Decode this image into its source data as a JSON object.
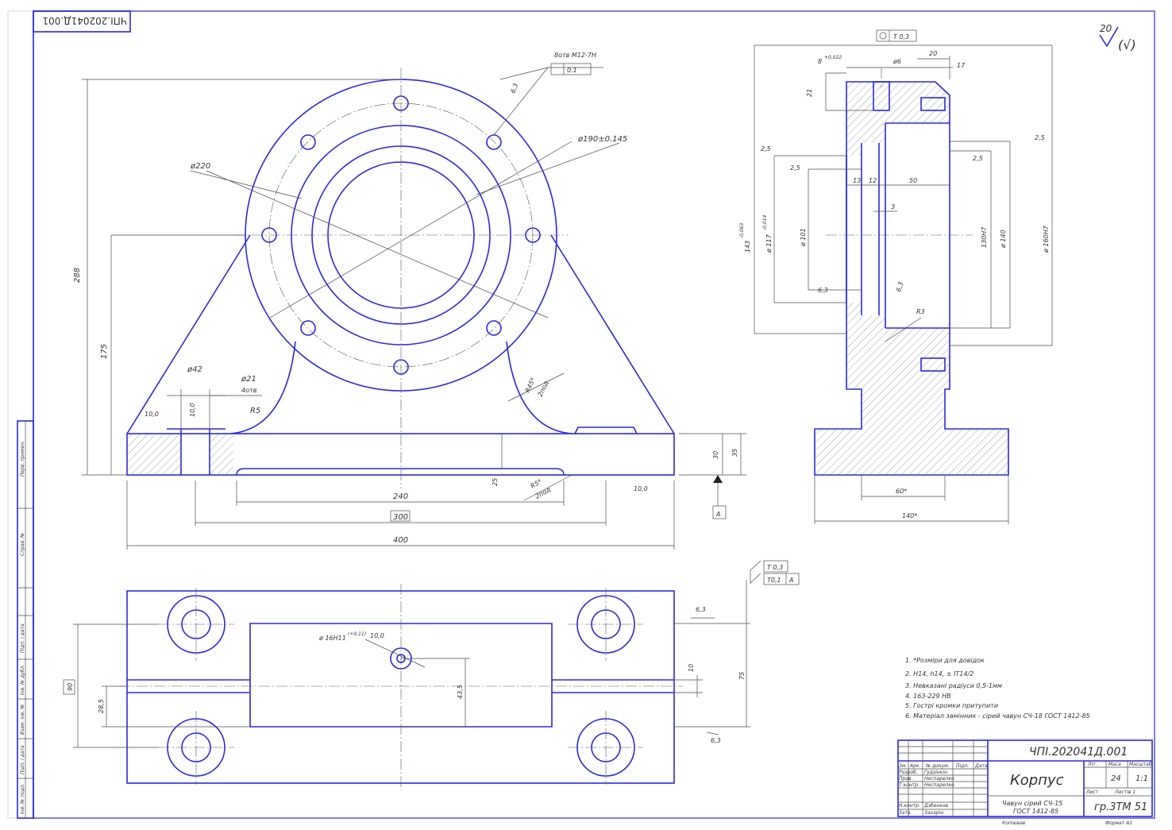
{
  "doc": {
    "code": "ЧПІ.202041Д.001",
    "code_rotated": "ЧПІ.202041Д.001",
    "title": "Корпус",
    "material_line1": "Чавун сірий СЧ-15",
    "material_line2": "ГОСТ 1412-85",
    "mass": "24",
    "scale": "1:1",
    "group": "гр.3ТМ 51",
    "format": "Формат А1",
    "copied": "Копіював",
    "roughness_general": "20",
    "col_lit": "Літ.",
    "col_mass": "Маса",
    "col_scale": "Масштаб",
    "sheet": "Лист",
    "sheets": "Листів 1"
  },
  "notes": [
    "1. *Розміри для довідок",
    "2. Н14, h14, ± IT14/2",
    "3. Невказані радіуси 0,5-1мм",
    "4. 163-229 НВ",
    "5. Гострі кромки притупити",
    "6. Матеріал замінник - сірий чавун СЧ-18 ГОСТ 1412-85"
  ],
  "front_view": {
    "d220": "ø220",
    "d190": "ø190±0.145",
    "holes": "8отв М12-7Н",
    "holes_tol": "0.1",
    "r63": "6,3",
    "h288": "288",
    "h175": "175",
    "d42": "ø42",
    "d21": "ø21",
    "d21_count": "4отв",
    "r5": "R5",
    "r45": "R45*",
    "r45_count": "2под",
    "r5b": "R5*",
    "r5b_count": "2под",
    "v10a": "10,0",
    "v10b": "10,0",
    "v10c": "10,0",
    "w240": "240",
    "w300": "300",
    "w400": "400",
    "h30": "30",
    "h35": "35",
    "h25": "25",
    "base_a": "А"
  },
  "side_view": {
    "t03": "Т 0,3",
    "w8": "8",
    "w8_tol": "+0,022",
    "d6": "ø6",
    "w20": "20",
    "w17": "17",
    "h21": "21",
    "r25a": "2,5",
    "r25b": "2,5",
    "r25c": "2,5",
    "r25d": "2,5",
    "w13": "13",
    "w12": "12",
    "w50": "50",
    "w3": "3",
    "d143": "143",
    "d143_tol": "-0,063",
    "d117": "ø 117",
    "d117_tol": "-0,014",
    "d101": "ø 101",
    "d130": "130Н7",
    "d140": "ø 140",
    "d160": "ø 160Н7",
    "r63a": "6,3",
    "r63b": "6,3",
    "r3": "R3",
    "w60": "60*",
    "w140": "140*"
  },
  "top_view": {
    "t03": "Т 0,3",
    "t01": "Т0,1",
    "base": "А",
    "r63a": "6,3",
    "r63b": "6,3",
    "d16": "ø 16Н11",
    "d16_tol": "(+0,11)",
    "r10": "10,0",
    "h90": "90",
    "h285": "28,5",
    "h435": "43,5",
    "h10": "10",
    "h75": "75"
  },
  "stamp": {
    "rows": [
      "Розроб.",
      "Пров.",
      "Т.контр.",
      "",
      "Н.контр.",
      "Затв."
    ],
    "names": [
      "Гудзінкін",
      "Неспарелко",
      "Неспарелко",
      "",
      "Дзбенков",
      "Захарін"
    ],
    "head": [
      "Зм.",
      "Арк.",
      "№ докум.",
      "Підп.",
      "Дата"
    ]
  },
  "left_strip": [
    "Перв. примен.",
    "Справ. №",
    "Підп. і дата",
    "Інв. № дубл.",
    "Взам. інв. №",
    "Підп. і дата",
    "Інв. № подл."
  ]
}
